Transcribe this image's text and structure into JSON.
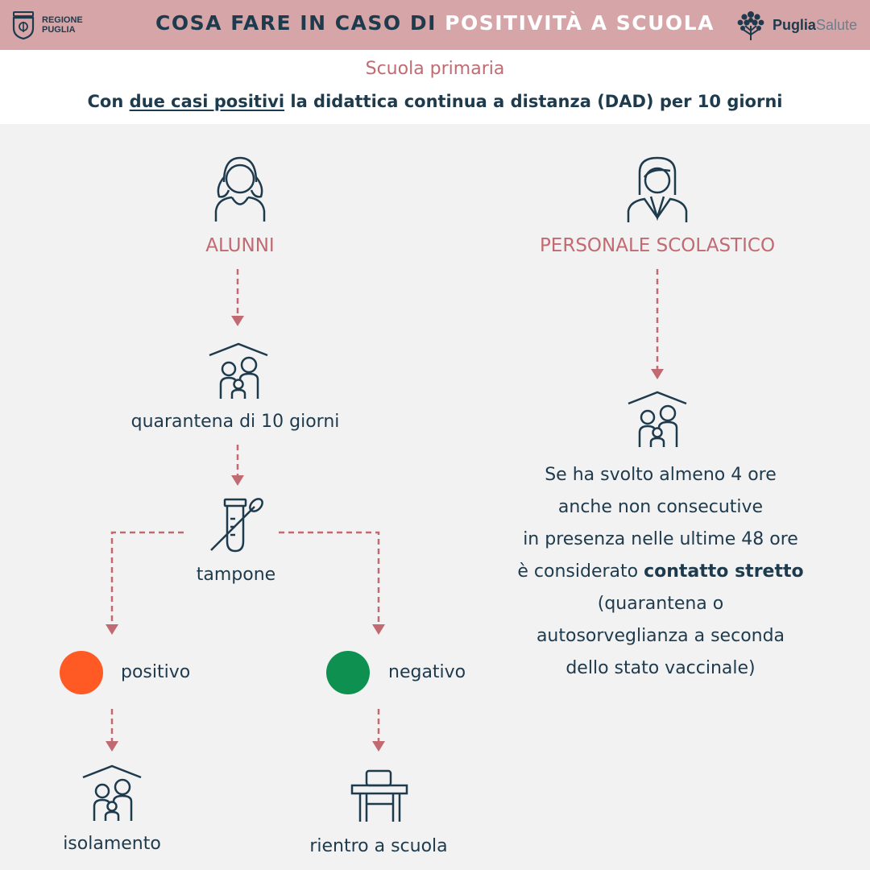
{
  "header": {
    "title_part1": "COSA FARE IN CASO DI ",
    "title_part2": "POSITIVITÀ A SCUOLA",
    "regione_line1": "REGIONE",
    "regione_line2": "PUGLIA",
    "puglia_bold": "Puglia",
    "puglia_light": "Salute",
    "colors": {
      "band": "#d6a5a8",
      "text": "#1e3a4d",
      "highlight": "#ffffff"
    }
  },
  "subheader": {
    "school": "Scuola primaria",
    "headline_pre": "Con ",
    "headline_underlined": "due casi positivi",
    "headline_post": " la didattica continua a distanza (DAD) per 10 giorni"
  },
  "alunni": {
    "title": "ALUNNI",
    "quarantine": "quarantena di 10 giorni",
    "swab": "tampone",
    "positive": "positivo",
    "negative": "negativo",
    "isolation": "isolamento",
    "return": "rientro a scuola"
  },
  "personale": {
    "title": "PERSONALE SCOLASTICO",
    "line1": "Se ha svolto almeno 4 ore",
    "line2": "anche non consecutive",
    "line3": "in presenza nelle ultime 48 ore",
    "line4_pre": "è considerato ",
    "line4_bold": "contatto stretto",
    "line5": "(quarantena o",
    "line6": "autosorveglianza a seconda",
    "line7": "dello stato vaccinale)"
  },
  "colors": {
    "accent": "#c26a72",
    "navy": "#1e3a4d",
    "positive": "#ff5a24",
    "negative": "#0e9150",
    "background": "#f2f2f2"
  },
  "icons": [
    "girl-student-icon",
    "woman-staff-icon",
    "family-home-icon",
    "swab-test-tube-icon",
    "school-desk-icon",
    "regione-crest-icon",
    "puglia-tree-icon"
  ]
}
